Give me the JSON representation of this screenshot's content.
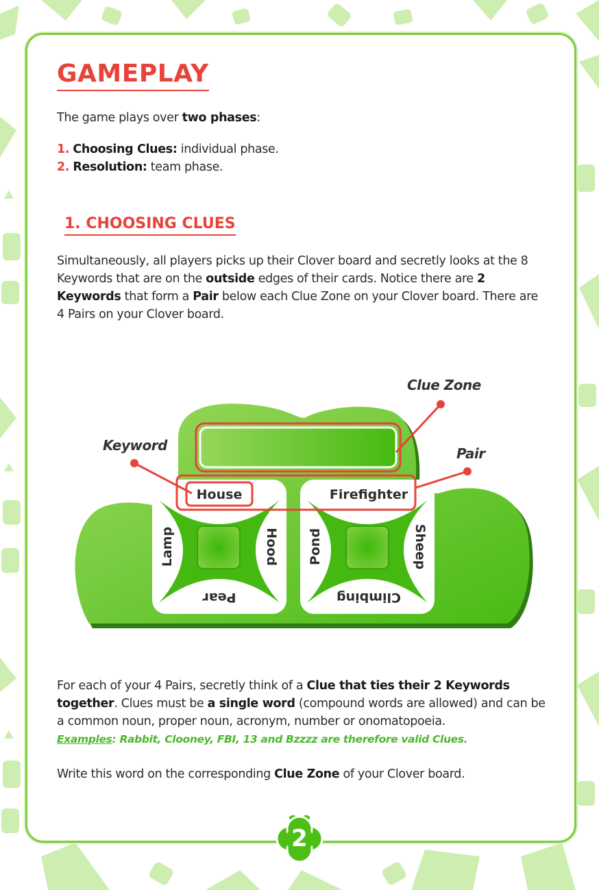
{
  "title": "GAMEPLAY",
  "intro": {
    "prefix": "The game plays over ",
    "bold": "two phases",
    "suffix": ":"
  },
  "phases": [
    {
      "num": "1.",
      "name": "Choosing Clues:",
      "desc": " individual phase."
    },
    {
      "num": "2.",
      "name": "Resolution:",
      "desc": " team phase."
    }
  ],
  "section1": {
    "heading": "1. CHOOSING CLUES",
    "p1": {
      "a": "Simultaneously, all players picks up their Clover board and secretly looks at the 8 Keywords that are on the ",
      "b": "outside",
      "c": " edges of their cards. Notice there are ",
      "d": "2 Keywords",
      "e": " that form a ",
      "f": "Pair",
      "g": " below each Clue Zone on your Clover board. There are 4 Pairs on your Clover board."
    }
  },
  "diagram": {
    "labels": {
      "clue_zone": "Clue Zone",
      "keyword": "Keyword",
      "pair": "Pair"
    },
    "card_left": {
      "top": "House",
      "left": "Lamp",
      "right": "Hood",
      "bottom": "Pear"
    },
    "card_right": {
      "top": "Firefighter",
      "left": "Pond",
      "right": "Sheep",
      "bottom": "Climbing"
    },
    "colors": {
      "green": "#4cbf16",
      "light_green": "#8fd94f",
      "red": "#e8433a"
    }
  },
  "p2": {
    "a": "For each of your 4 Pairs, secretly think of a ",
    "b": "Clue that ties their 2 Keywords together",
    "c": ". Clues must be ",
    "d": "a single word",
    "e": " (compound words are allowed) and can be a common noun, proper noun, acronym, number or onomatopoeia.",
    "ex_label": "Examples",
    "ex_text": ": Rabbit, Clooney, FBI, 13 and Bzzzz are therefore valid Clues."
  },
  "p3": {
    "a": "Write this word on the corresponding ",
    "b": "Clue Zone",
    "c": " of your Clover board."
  },
  "page_number": "2"
}
